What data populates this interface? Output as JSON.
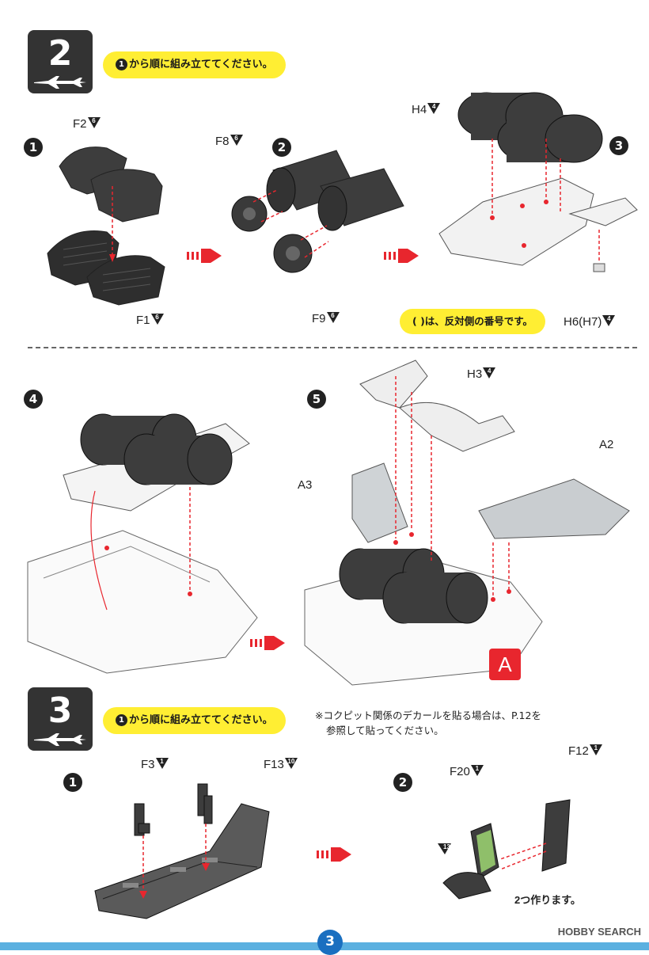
{
  "section2": {
    "number": "2",
    "instruction_circle": "1",
    "instruction": "から順に組み立ててください。",
    "substeps": [
      "1",
      "2",
      "3",
      "4",
      "5"
    ],
    "parts": {
      "f2": {
        "name": "F2",
        "sprue": "6"
      },
      "f1": {
        "name": "F1",
        "sprue": "6"
      },
      "f8": {
        "name": "F8",
        "sprue": "6"
      },
      "f9": {
        "name": "F9",
        "sprue": "6"
      },
      "h4": {
        "name": "H4",
        "sprue": "4"
      },
      "h6": {
        "name": "H6(H7)",
        "sprue": "4"
      },
      "h3": {
        "name": "H3",
        "sprue": "4"
      },
      "a2": {
        "name": "A2"
      },
      "a3": {
        "name": "A3"
      }
    },
    "opposite_note": "( )は、反対側の番号です。",
    "badge": "A"
  },
  "section3": {
    "number": "3",
    "instruction_circle": "1",
    "instruction": "から順に組み立ててください。",
    "substeps": [
      "1",
      "2"
    ],
    "decal_note_line1": "※コクピット関係のデカールを貼る場合は、P.12を",
    "decal_note_line2": "参照して貼ってください。",
    "parts": {
      "f3": {
        "name": "F3",
        "sprue": "1"
      },
      "f13": {
        "name": "F13",
        "sprue": "10"
      },
      "f20": {
        "name": "F20",
        "sprue": "1"
      },
      "f12": {
        "name": "F12",
        "sprue": "1"
      }
    },
    "decal_number": "13",
    "make_two": "2つ作ります。"
  },
  "page_number": "3",
  "watermark": "HOBBY SEARCH",
  "colors": {
    "accent_yellow": "#ffee33",
    "arrow_red": "#e8262e",
    "part_dark": "#3d3d3d",
    "page_blue": "#1a6fc0"
  }
}
